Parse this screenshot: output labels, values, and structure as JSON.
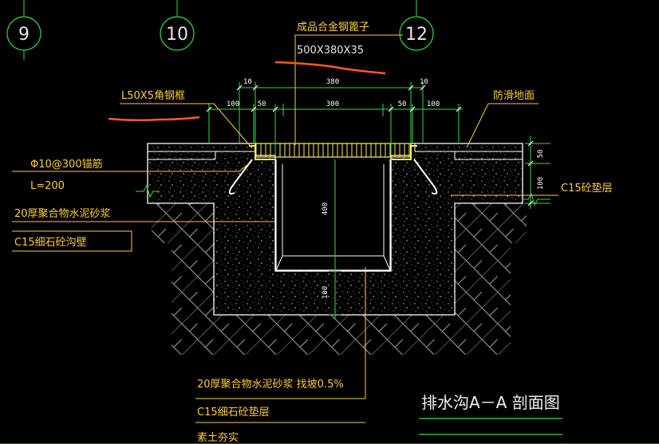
{
  "grid_axes": {
    "a": "9",
    "b": "10",
    "c": "12"
  },
  "labels": {
    "grate_name": "成品合金钢篦子",
    "grate_size": "500X380X35",
    "angle_steel": "L50X5角钢框",
    "anti_slip": "防滑地面",
    "anchor": "Φ10@300锚筋",
    "anchor_len": "L=200",
    "mortar_wall": "20厚聚合物水泥砂浆",
    "wall": "C15细石砼沟壁",
    "c15_cushion": "C15砼垫层",
    "mortar_bottom": "20厚聚合物水泥砂浆 找坡0.5%",
    "bottom_cushion": "C15细石砼垫层",
    "soil": "素土夯实"
  },
  "dims": {
    "d10a": "10",
    "d380": "380",
    "d10b": "10",
    "d100a": "100",
    "d50a": "50",
    "d300": "300",
    "d50b": "50",
    "d100b": "100",
    "d400": "400",
    "d100v": "100",
    "d50v": "50",
    "d100r": "100"
  },
  "title": "排水沟A－A 剖面图",
  "colors": {
    "background": "#000000",
    "leader": "#ffcc33",
    "dimension": "#33dd44",
    "markup": "#ff5a1f",
    "concrete_edge": "#ffffff"
  }
}
